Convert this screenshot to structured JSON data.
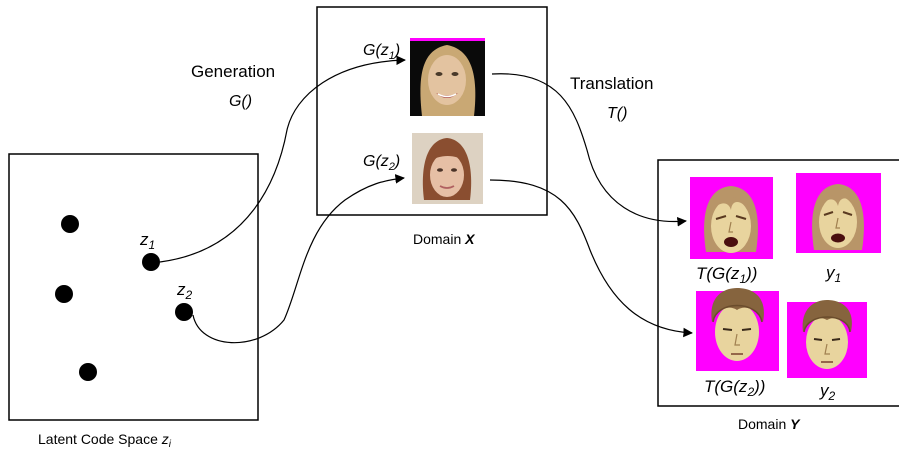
{
  "latent": {
    "caption": "Latent Code Space",
    "var_base": "z",
    "var_sub": "i",
    "z1_base": "z",
    "z1_sub": "1",
    "z2_base": "z",
    "z2_sub": "2"
  },
  "generation": {
    "title": "Generation",
    "func": "G()"
  },
  "translation": {
    "title": "Translation",
    "func": "T()"
  },
  "domain_x": {
    "caption_prefix": "Domain",
    "caption_var": "X",
    "g1_pre": "G(z",
    "g1_sub": "1",
    "g1_post": ")",
    "g2_pre": "G(z",
    "g2_sub": "2",
    "g2_post": ")"
  },
  "domain_y": {
    "caption_prefix": "Domain",
    "caption_var": "Y",
    "t1_pre": "T(G(z",
    "t1_sub": "1",
    "t1_post": "))",
    "t2_pre": "T(G(z",
    "t2_sub": "2",
    "t2_post": "))",
    "y1_base": "y",
    "y1_sub": "1",
    "y2_base": "y",
    "y2_sub": "2"
  },
  "colors": {
    "magenta": "#ff00ff",
    "ink": "#000000",
    "cartoon_skin": "#e8d49e",
    "cartoon_hair_light": "#b89568",
    "cartoon_hair_dark": "#86643e"
  }
}
